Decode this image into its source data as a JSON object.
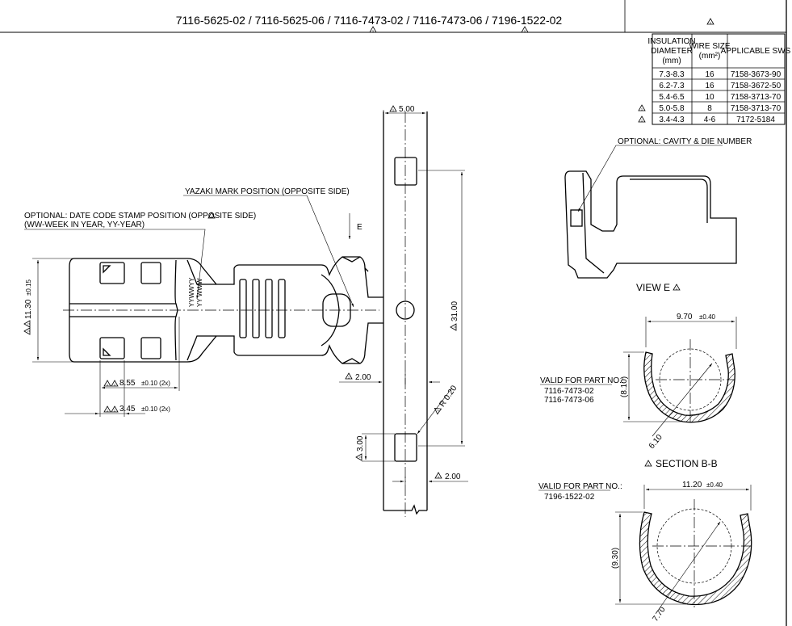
{
  "title": "7116-5625-02 / 7116-5625-06 / 7116-7473-02 / 7116-7473-06 / 7196-1522-02",
  "table": {
    "headers": [
      "INSULATION DIAMETER (mm)",
      "WIRE SIZE (mm²)",
      "APPLICABLE SWS"
    ],
    "header_lines": [
      [
        "INSULATION",
        "DIAMETER",
        "(mm)"
      ],
      [
        "WIRE SIZE",
        "(mm²)"
      ],
      [
        "APPLICABLE SWS"
      ]
    ],
    "rows": [
      [
        "7.3-8.3",
        "16",
        "7158-3673-90"
      ],
      [
        "6.2-7.3",
        "16",
        "7158-3672-50"
      ],
      [
        "5.4-6.5",
        "10",
        "7158-3713-70"
      ],
      [
        "5.0-5.8",
        "8",
        "7158-3713-70"
      ],
      [
        "3.4-4.3",
        "4-6",
        "7172-5184"
      ]
    ]
  },
  "notes": {
    "yazaki_mark": "YAZAKI MARK POSITION (OPPOSITE SIDE)",
    "date_code_1": "OPTIONAL: DATE CODE STAMP POSITION (OPPOSITE SIDE)",
    "date_code_2": "(WW-WEEK IN YEAR, YY-YEAR)",
    "cavity": "OPTIONAL: CAVITY & DIE NUMBER",
    "valid_for": "VALID FOR PART NO.:",
    "valid_parts_1": [
      "7116-7473-02",
      "7116-7473-06"
    ],
    "valid_parts_2": [
      "7196-1522-02"
    ]
  },
  "views": {
    "view_e": "VIEW E",
    "section_bb": "SECTION  B-B",
    "arrow_e": "E"
  },
  "dims": {
    "d_5_00": "5.00",
    "d_11_30": "11.30",
    "d_11_30_tol": "±0.15",
    "d_8_55": "8.55",
    "d_8_55_tol": "±0.10 (2x)",
    "d_3_45": "3.45",
    "d_3_45_tol": "±0.10 (2x)",
    "d_2_00_a": "2.00",
    "d_2_00_b": "2.00",
    "d_31_00": "31.00",
    "d_r_0_20": "R 0.20",
    "d_3_00": "3.00",
    "d_9_70": "9.70",
    "d_9_70_tol": "±0.40",
    "d_8_10": "(8.10)",
    "d_6_10": "6.10",
    "d_11_20": "11.20",
    "d_11_20_tol": "±0.40",
    "d_9_30": "(9.30)",
    "d_7_70": "7.70"
  },
  "stamp": {
    "line1": "YYWWYY",
    "line2": "YY WWW"
  }
}
